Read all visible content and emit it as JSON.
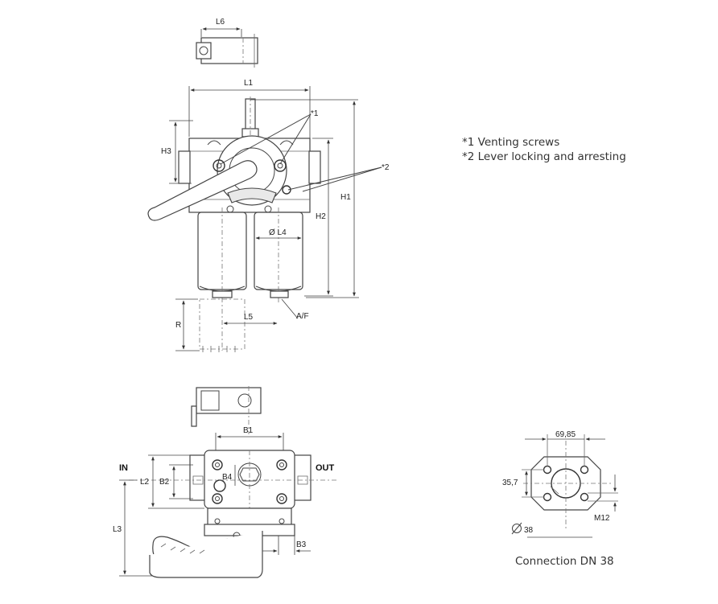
{
  "notes": {
    "venting": "*1 Venting screws",
    "lever": "*2 Lever locking and arresting"
  },
  "dims": {
    "L6": "L6",
    "L1": "L1",
    "H1": "H1",
    "H2": "H2",
    "H3": "H3",
    "L4": "Ø L4",
    "L5": "L5",
    "R": "R",
    "AF": "A/F",
    "ref1": "*1",
    "ref2": "*2",
    "B1": "B1",
    "B2": "B2",
    "B3": "B3",
    "B4": "B4",
    "L2": "L2",
    "L3": "L3",
    "IN": "IN",
    "OUT": "OUT"
  },
  "flange": {
    "width": "69,85",
    "height": "35,7",
    "bore": "38",
    "thread": "M12",
    "caption": "Connection DN 38"
  }
}
